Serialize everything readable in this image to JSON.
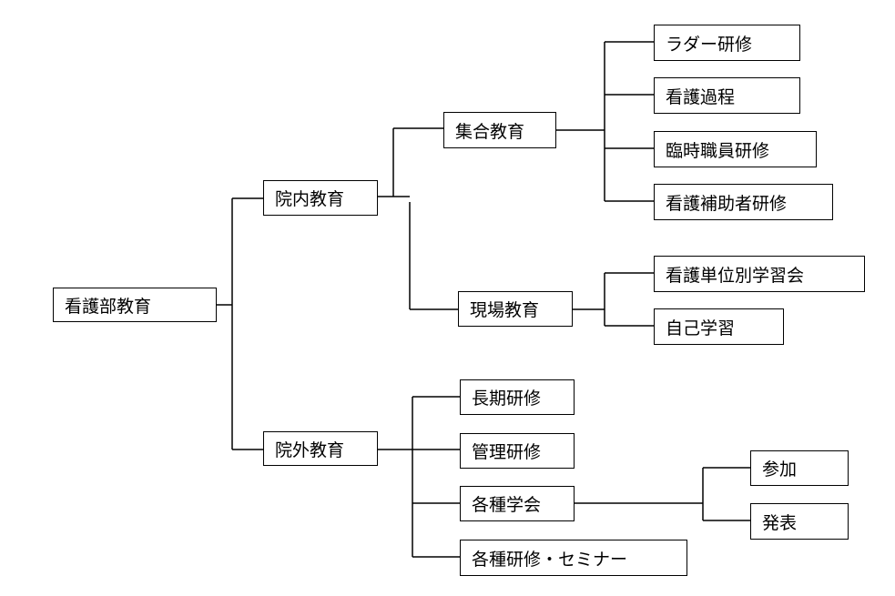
{
  "root": {
    "label": "看護部教育"
  },
  "branches": {
    "in_hospital": {
      "label": "院内教育",
      "group": {
        "label": "集合教育",
        "items": [
          "ラダー研修",
          "看護過程",
          "臨時職員研修",
          "看護補助者研修"
        ]
      },
      "onsite": {
        "label": "現場教育",
        "items": [
          "看護単位別学習会",
          "自己学習"
        ]
      }
    },
    "out_hospital": {
      "label": "院外教育",
      "items": [
        "長期研修",
        "管理研修",
        "各種学会",
        "各種研修・セミナー"
      ],
      "society_children": [
        "参加",
        "発表"
      ]
    }
  }
}
